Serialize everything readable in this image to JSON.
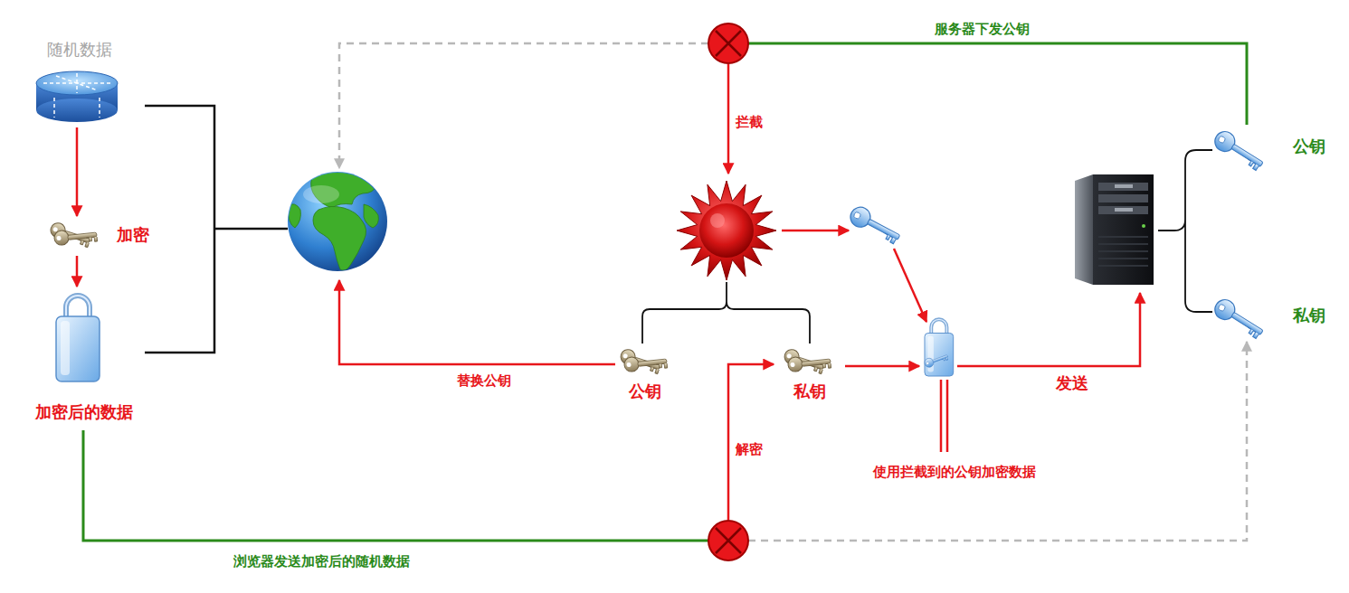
{
  "diagram": {
    "nodes": [
      {
        "text": [
          "随机数据"
        ]
      },
      {
        "text": [
          "加密"
        ]
      },
      {
        "text": [
          "加密后的数据"
        ]
      },
      {
        "text": [
          "公钥"
        ]
      },
      {
        "text": [
          "私钥"
        ]
      },
      {
        "text": [
          "公钥"
        ]
      },
      {
        "text": [
          "私钥"
        ]
      }
    ],
    "edges": [
      {
        "from": 0,
        "to": 1,
        "arrow": "to"
      },
      {
        "from": 1,
        "to": 2,
        "arrow": "to"
      }
    ],
    "labels": [
      "服务器下发公钥",
      "拦截",
      "替换公钥",
      "解密",
      "发送",
      "使用拦截到的公钥加密数据",
      "浏览器发送加密后的随机数据"
    ]
  }
}
